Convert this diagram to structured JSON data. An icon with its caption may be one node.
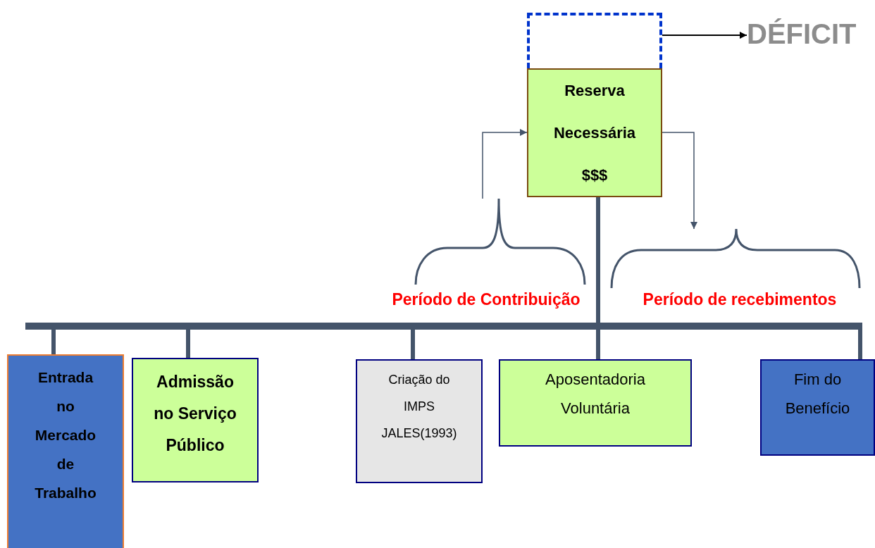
{
  "diagram": {
    "nodes": [
      {
        "text": [],
        "shape": "box"
      },
      {
        "text": [
          "DÉFICIT"
        ]
      },
      {
        "text": [
          "Reserva Necessária $$$"
        ]
      },
      {
        "text": [
          "Período de Contribuição"
        ]
      },
      {
        "text": [
          "Período de recebimentos"
        ]
      },
      {
        "text": [
          "Entrada no Mercado de Trabalho"
        ]
      },
      {
        "text": [
          "Admissão no Serviço Público"
        ]
      },
      {
        "text": [
          "Criação do IMPS JALES(1993)"
        ]
      },
      {
        "text": [
          "Aposentadoria Voluntária"
        ]
      },
      {
        "text": [
          "Fim do Benefício"
        ]
      },
      {
        "text": [],
        "shape": "bar"
      }
    ],
    "edges": [
      {
        "from": 0,
        "to": 1,
        "arrow": "to",
        "color": "#000000"
      },
      {
        "from": 3,
        "to": 2,
        "arrow": "to"
      },
      {
        "from": 2,
        "to": 4,
        "arrow": "to"
      },
      {
        "from": 2,
        "to": 8,
        "arrow": "none"
      },
      {
        "from": 10,
        "to": 5,
        "arrow": "none"
      },
      {
        "from": 10,
        "to": 6,
        "arrow": "none"
      },
      {
        "from": 10,
        "to": 7,
        "arrow": "none"
      },
      {
        "from": 10,
        "to": 9,
        "arrow": "none"
      }
    ]
  }
}
